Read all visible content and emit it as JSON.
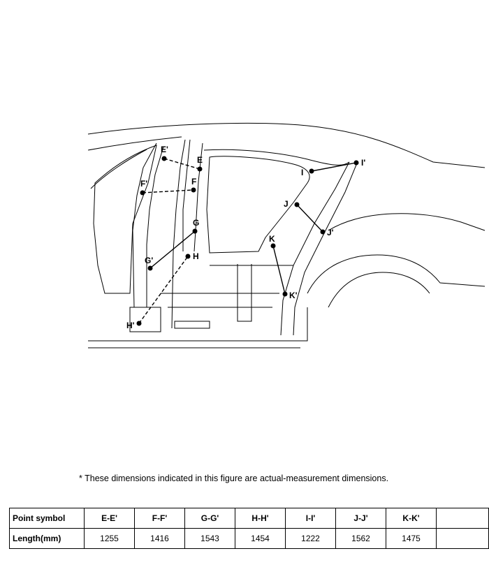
{
  "labels": {
    "E_prime": "E'",
    "E": "E",
    "F_prime": "F'",
    "F": "F",
    "G": "G",
    "G_prime": "G'",
    "H": "H",
    "H_prime": "H'",
    "I": "I",
    "I_prime": "I'",
    "J": "J",
    "J_prime": "J'",
    "K": "K",
    "K_prime": "K'"
  },
  "note": "*  These dimensions indicated in this figure are actual-measurement dimensions.",
  "table": {
    "row1_header": "Point symbol",
    "row2_header": "Length(mm)",
    "columns": [
      {
        "symbol": "E-E'",
        "length": "1255"
      },
      {
        "symbol": "F-F'",
        "length": "1416"
      },
      {
        "symbol": "G-G'",
        "length": "1543"
      },
      {
        "symbol": "H-H'",
        "length": "1454"
      },
      {
        "symbol": "I-I'",
        "length": "1222"
      },
      {
        "symbol": "J-J'",
        "length": "1562"
      },
      {
        "symbol": "K-K'",
        "length": "1475"
      }
    ]
  }
}
